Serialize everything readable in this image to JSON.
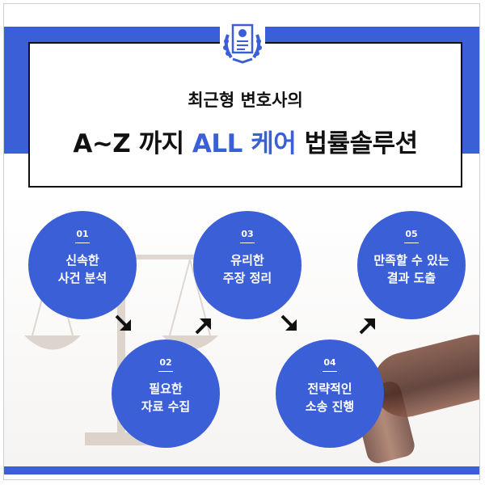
{
  "header": {
    "line1": "최근형 변호사의",
    "line2_prefix": "A~Z 까지 ",
    "line2_accent": "ALL 케어",
    "line2_suffix": " 법률솔루션"
  },
  "steps": [
    {
      "num": "01",
      "text": "신속한\n사건 분석"
    },
    {
      "num": "02",
      "text": "필요한\n자료 수집"
    },
    {
      "num": "03",
      "text": "유리한\n주장 정리"
    },
    {
      "num": "04",
      "text": "전략적인\n소송 진행"
    },
    {
      "num": "05",
      "text": "만족할 수 있는\n결과 도출"
    }
  ],
  "colors": {
    "accent": "#3b5fd6",
    "text": "#111111"
  },
  "icons": [
    "certificate-laurel-icon",
    "arrow-down-right-icon",
    "arrow-up-right-icon"
  ]
}
